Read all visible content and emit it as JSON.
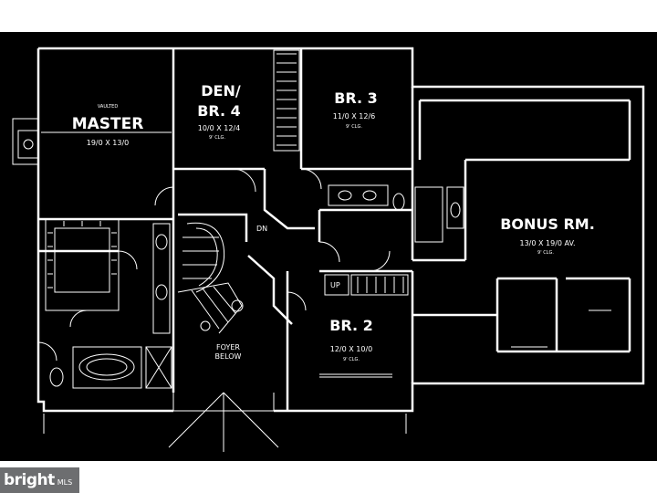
{
  "rooms": {
    "master": {
      "note": "VAULTED",
      "name": "MASTER",
      "dims": "19/0 X 13/0"
    },
    "den": {
      "name_line1": "DEN/",
      "name_line2": "BR. 4",
      "dims": "10/0 X 12/4",
      "note": "9' CLG."
    },
    "br3": {
      "name": "BR. 3",
      "dims": "11/0 X 12/6",
      "note": "9' CLG."
    },
    "bonus": {
      "name": "BONUS RM.",
      "dims": "13/0 X 19/0 AV.",
      "note": "9' CLG."
    },
    "br2": {
      "name": "BR. 2",
      "dims": "12/0 X 10/0",
      "note": "9' CLG."
    },
    "foyer": {
      "name_line1": "FOYER",
      "name_line2": "BELOW"
    }
  },
  "labels": {
    "stair_dn": "DN",
    "linen_up": "UP"
  },
  "watermark": {
    "brand": "bright",
    "suffix": "MLS"
  },
  "colors": {
    "background": "#000000",
    "lines": "#ffffff",
    "watermark_bg": "#6d6e70"
  }
}
